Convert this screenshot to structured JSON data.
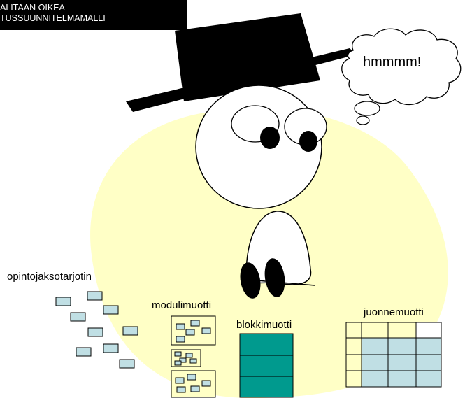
{
  "title": {
    "line1": "ALITAAN OIKEA",
    "line2": "TUSSUUNNITELMAMALLI"
  },
  "thought_bubble": "hmmmm!",
  "labels": {
    "course_tray": "opintojaksotarjotin",
    "module_form": "modulimuotti",
    "block_form": "blokkimuotti",
    "strand_form": "juonnemuotti"
  },
  "colors": {
    "backdrop": "#ffffc6",
    "course_box": "#c0dfe4",
    "module_panel": "#ffffc6",
    "block_column": "#009a8e",
    "grid_cell": "#c0dfe4",
    "grid_empty": "#ffffc6"
  }
}
